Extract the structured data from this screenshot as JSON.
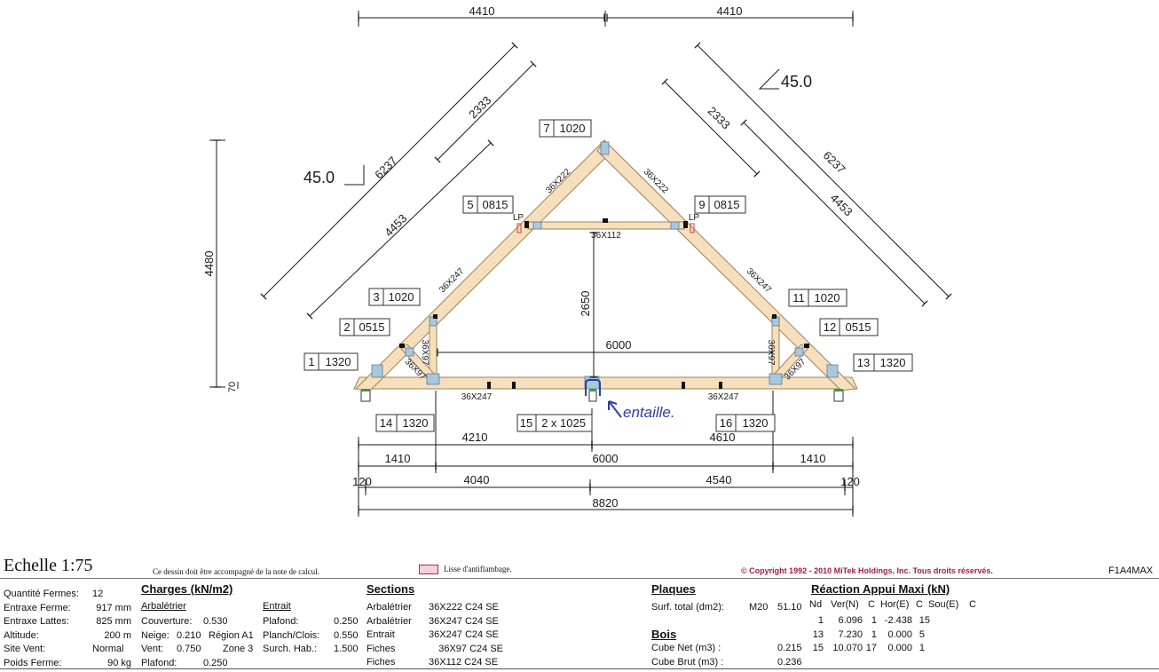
{
  "dims": {
    "top_left": "4410",
    "top_right": "4410",
    "height_total": "4480",
    "height_base": "70",
    "slope_left_outer": "6237",
    "slope_left_mid": "2333",
    "slope_left_inner": "4453",
    "slope_right_outer": "6237",
    "slope_right_mid": "2333",
    "slope_right_inner": "4453",
    "angle_left": "45.0",
    "angle_right": "45.0",
    "vertical_inner": "2650",
    "inner_span": "6000",
    "row1_left": "4210",
    "row1_right": "4610",
    "row2_left": "1410",
    "row2_mid": "6000",
    "row2_right": "1410",
    "row3_end_left": "120",
    "row3_left": "4040",
    "row3_right": "4540",
    "row3_end_right": "120",
    "overall": "8820"
  },
  "members": {
    "rafter_top_left": "36X222",
    "rafter_top_right": "36X222",
    "rafter_low_left": "36X247",
    "rafter_low_right": "36X247",
    "tie": "36X112",
    "post_left": "36X97",
    "post_right": "36X97",
    "strut_left": "36X97",
    "strut_right": "36X97",
    "chord_left": "36X247",
    "chord_right": "36X247",
    "lp_left": "LP",
    "lp_right": "LP"
  },
  "joints": [
    {
      "n": "1",
      "v": "1320"
    },
    {
      "n": "2",
      "v": "0515"
    },
    {
      "n": "3",
      "v": "1020"
    },
    {
      "n": "5",
      "v": "0815"
    },
    {
      "n": "7",
      "v": "1020"
    },
    {
      "n": "9",
      "v": "0815"
    },
    {
      "n": "11",
      "v": "1020"
    },
    {
      "n": "12",
      "v": "0515"
    },
    {
      "n": "13",
      "v": "1320"
    },
    {
      "n": "14",
      "v": "1320"
    },
    {
      "n": "15",
      "v": "2 x 1025"
    },
    {
      "n": "16",
      "v": "1320"
    }
  ],
  "annotation": "entaille.",
  "colors": {
    "timber": "#f6dfbd",
    "timber_edge": "#a08058",
    "plate": "#a8c8dc",
    "ink": "#1a1a1a",
    "handwriting": "#2b3fa8",
    "support": "#3a9a3a"
  },
  "footer": {
    "scale": "Echelle 1:75",
    "note": "Ce dessin doit être accompagné de la note de calcul.",
    "legend": "Lisse d'antiflambage.",
    "copyright": "© Copyright 1992 - 2010 MiTek Holdings, Inc. Tous droits réservés.",
    "code": "F1A4MAX",
    "info": [
      {
        "k": "Quantité Fermes:",
        "v": "12"
      },
      {
        "k": "Entraxe Ferme:",
        "v": "917 mm"
      },
      {
        "k": "Entraxe Lattes:",
        "v": "825 mm"
      },
      {
        "k": "Altitude:",
        "v": "200 m"
      },
      {
        "k": "Site Vent:",
        "v": "Normal"
      },
      {
        "k": "Poids Ferme:",
        "v": "90 kg"
      }
    ],
    "charges": {
      "title": "Charges (kN/m2)",
      "arbaletrier": "Arbalétrier",
      "entrait": "Entrait",
      "couverture": "Couverture:",
      "couverture_v": "0.530",
      "neige": "Neige:",
      "neige_v": "0.210",
      "neige_region": "Région A1",
      "vent": "Vent:",
      "vent_v": "0.750",
      "vent_zone": "Zone 3",
      "plafond": "Plafond:",
      "plafond_v": "0.250",
      "e_plafond": "Plafond:",
      "e_plafond_v": "0.250",
      "e_planch": "Planch/Clois:",
      "e_planch_v": "0.550",
      "e_surch": "Surch. Hab.:",
      "e_surch_v": "1.500"
    },
    "sections": {
      "title": "Sections",
      "rows": [
        {
          "k": "Arbalétrier",
          "v": "36X222 C24 SE"
        },
        {
          "k": "Arbalétrier",
          "v": "36X247 C24 SE"
        },
        {
          "k": "Entrait",
          "v": "36X247 C24 SE"
        },
        {
          "k": "Fiches",
          "v": "36X97 C24 SE"
        },
        {
          "k": "Fiches",
          "v": "36X112 C24 SE"
        }
      ]
    },
    "plaques": {
      "title": "Plaques",
      "surf_label": "Surf. total (dm2):",
      "surf_type": "M20",
      "surf_value": "51.10"
    },
    "bois": {
      "title": "Bois",
      "net_label": "Cube Net (m3) :",
      "net_value": "0.215",
      "brut_label": "Cube Brut (m3) :",
      "brut_value": "0.236"
    },
    "reaction": {
      "title": "Réaction Appui Maxi (kN)",
      "headers": [
        "Nd",
        "Ver(N)",
        "C",
        "Hor(E)",
        "C",
        "Sou(E)",
        "C"
      ],
      "rows": [
        [
          "1",
          "6.096",
          "1",
          "-2.438",
          "15"
        ],
        [
          "13",
          "7.230",
          "1",
          "0.000",
          "5"
        ],
        [
          "15",
          "10.070",
          "17",
          "0.000",
          "1"
        ]
      ]
    }
  }
}
